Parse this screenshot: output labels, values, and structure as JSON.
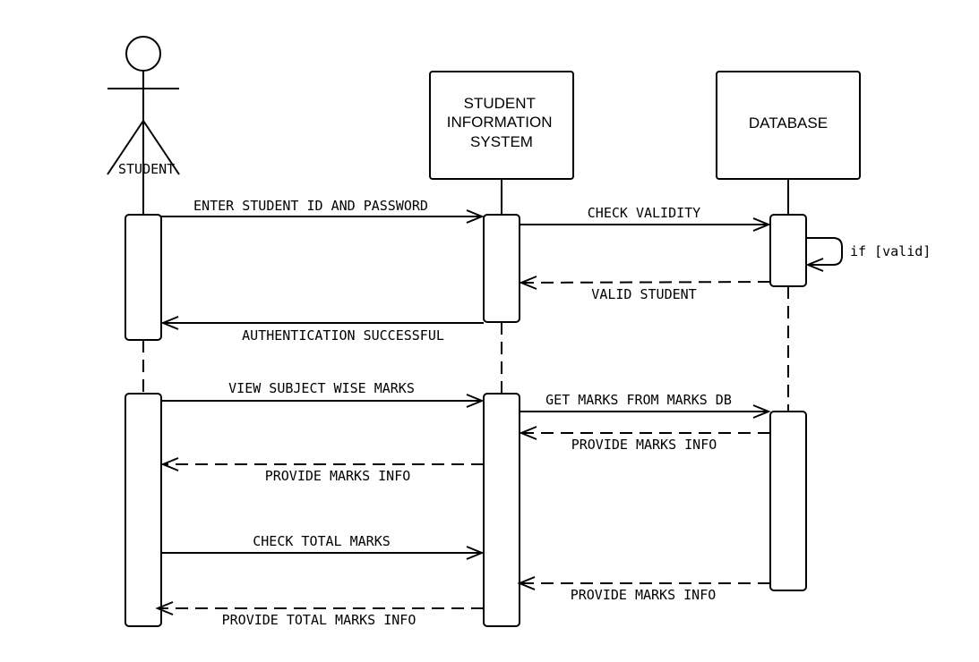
{
  "actor": {
    "label": "STUDENT"
  },
  "participants": {
    "sis": {
      "lines": [
        "STUDENT",
        "INFORMATION",
        "SYSTEM"
      ]
    },
    "db": {
      "label": "DATABASE"
    }
  },
  "messages": {
    "enter_credentials": "ENTER STUDENT ID AND PASSWORD",
    "check_validity": "CHECK VALIDITY",
    "guard": "if [valid]",
    "valid_student": "VALID STUDENT",
    "auth_success": "AUTHENTICATION SUCCESSFUL",
    "view_marks": "VIEW SUBJECT WISE MARKS",
    "get_marks": "GET MARKS FROM MARKS DB",
    "provide_marks_db": "PROVIDE MARKS INFO",
    "provide_marks_student": "PROVIDE MARKS INFO",
    "check_total": "CHECK TOTAL MARKS",
    "provide_marks_db_2": "PROVIDE MARKS INFO",
    "provide_total": "PROVIDE TOTAL MARKS INFO"
  }
}
